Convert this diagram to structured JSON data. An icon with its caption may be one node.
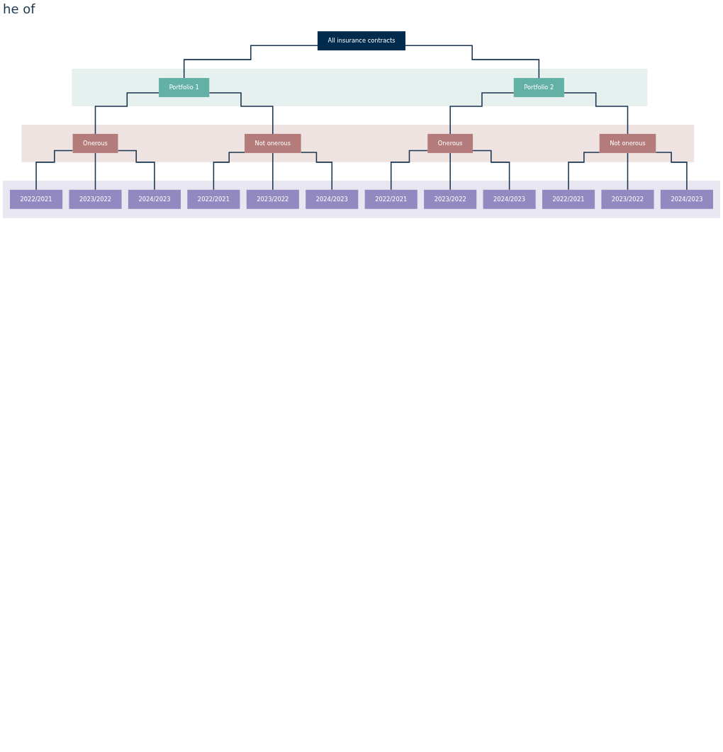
{
  "diagram": {
    "nodes": [
      {
        "text": [
          "All insurance contracts"
        ]
      },
      {
        "text": [],
        "shape": "box"
      },
      {
        "text": [
          "Portfolio 1"
        ],
        "in": 1
      },
      {
        "text": [
          "Portfolio 2"
        ],
        "in": 1
      },
      {
        "text": [],
        "shape": "box"
      },
      {
        "text": [
          "Onerous"
        ],
        "in": 4
      },
      {
        "text": [
          "Not onerous"
        ],
        "in": 4
      },
      {
        "text": [
          "Onerous"
        ],
        "in": 4
      },
      {
        "text": [
          "Not onerous"
        ],
        "in": 4
      },
      {
        "text": [],
        "shape": "box"
      },
      {
        "text": [
          "2022/2021"
        ],
        "in": 9
      },
      {
        "text": [
          "2023/2022"
        ],
        "in": 9
      },
      {
        "text": [
          "2024/2023"
        ],
        "in": 9
      },
      {
        "text": [
          "2022/2021"
        ],
        "in": 9
      },
      {
        "text": [
          "2023/2022"
        ],
        "in": 9
      },
      {
        "text": [
          "2024/2023"
        ],
        "in": 9
      },
      {
        "text": [
          "2022/2021"
        ],
        "in": 9
      },
      {
        "text": [
          "2023/2022"
        ],
        "in": 9
      },
      {
        "text": [
          "2024/2023"
        ],
        "in": 9
      },
      {
        "text": [
          "2022/2021"
        ],
        "in": 9
      },
      {
        "text": [
          "2023/2022"
        ],
        "in": 9
      },
      {
        "text": [
          "2024/2023"
        ],
        "in": 9
      }
    ],
    "edges": [
      {
        "from": 0,
        "to": 2,
        "arrow": "none"
      },
      {
        "from": 0,
        "to": 3,
        "arrow": "none"
      },
      {
        "from": 2,
        "to": 5,
        "arrow": "none"
      },
      {
        "from": 2,
        "to": 6,
        "arrow": "none"
      },
      {
        "from": 3,
        "to": 7,
        "arrow": "none"
      },
      {
        "from": 3,
        "to": 8,
        "arrow": "none"
      },
      {
        "from": 5,
        "to": 10,
        "arrow": "none"
      },
      {
        "from": 5,
        "to": 11,
        "arrow": "none"
      },
      {
        "from": 5,
        "to": 12,
        "arrow": "none"
      },
      {
        "from": 6,
        "to": 13,
        "arrow": "none"
      },
      {
        "from": 6,
        "to": 14,
        "arrow": "none"
      },
      {
        "from": 6,
        "to": 15,
        "arrow": "none"
      },
      {
        "from": 7,
        "to": 16,
        "arrow": "none"
      },
      {
        "from": 7,
        "to": 17,
        "arrow": "none"
      },
      {
        "from": 7,
        "to": 18,
        "arrow": "none"
      },
      {
        "from": 8,
        "to": 19,
        "arrow": "none"
      },
      {
        "from": 8,
        "to": 20,
        "arrow": "none"
      },
      {
        "from": 8,
        "to": 21,
        "arrow": "none"
      }
    ],
    "labels": [
      "he of"
    ]
  }
}
